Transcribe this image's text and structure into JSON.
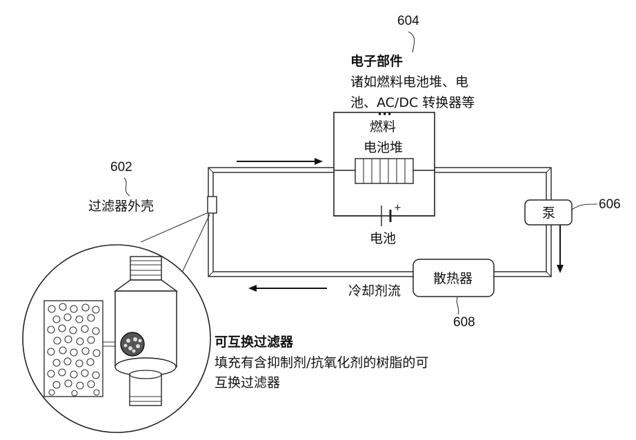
{
  "refs": {
    "electronics": "604",
    "filter_housing": "602",
    "pump": "606",
    "radiator": "608"
  },
  "electronics": {
    "title": "电子部件",
    "desc_line1": "诸如燃料电池堆、电",
    "desc_line2": "池、AC/DC 转换器等",
    "ellipsis": "•••",
    "stack_line1": "燃料",
    "stack_line2": "电池堆",
    "battery_label": "电池",
    "plus_sign": "+"
  },
  "filter_housing_label": "过滤器外壳",
  "pump_label": "泵",
  "radiator_label": "散热器",
  "coolant_flow_label": "冷却剂流",
  "interchangeable_filter": {
    "title": "可互换过滤器",
    "desc_line1": "填充有含抑制剂/抗氧化剂的树脂的可",
    "desc_line2": "互换过滤器"
  }
}
